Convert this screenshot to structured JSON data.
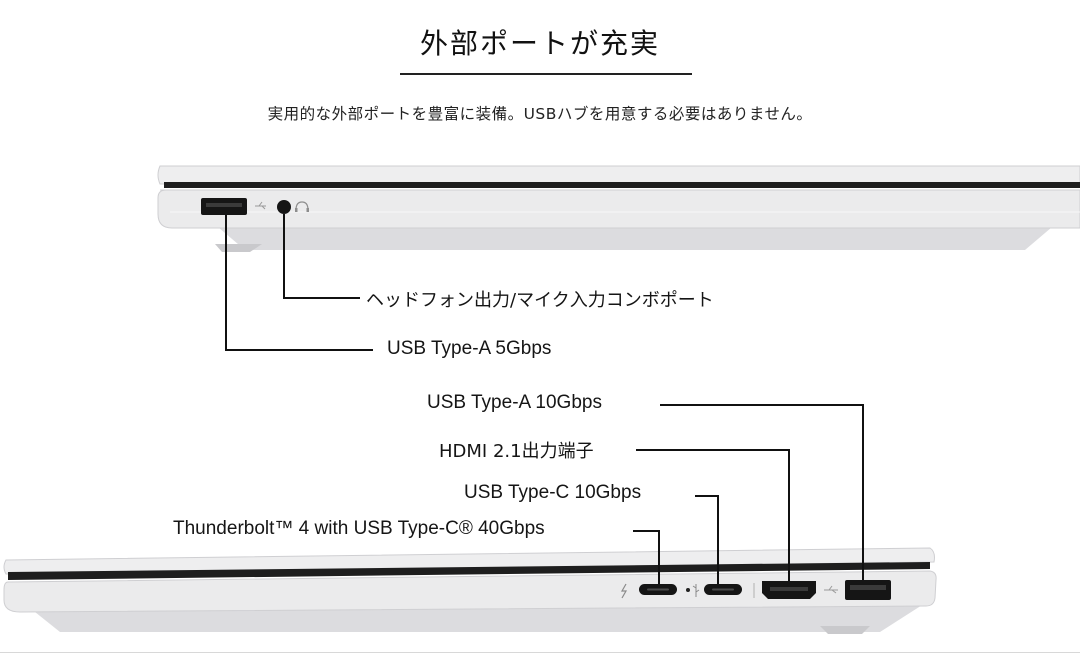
{
  "heading": {
    "title": "外部ポートが充実",
    "subtitle": "実用的な外部ポートを豊富に装備。USBハブを用意する必要はありません。"
  },
  "left_side_ports": [
    {
      "label": "ヘッドフォン出力/マイク入力コンボポート"
    },
    {
      "label": "USB Type-A 5Gbps"
    }
  ],
  "right_side_ports": [
    {
      "label": "USB Type-A 10Gbps"
    },
    {
      "label": "HDMI 2.1出力端子"
    },
    {
      "label": "USB Type-C 10Gbps"
    },
    {
      "label": "Thunderbolt™ 4 with USB Type-C® 40Gbps"
    }
  ],
  "colors": {
    "chassis": "#e9e9ea",
    "chassis_shadow": "#cfcfd2",
    "seam": "#1e1e1e",
    "port": "#151515",
    "leader_line": "#111111"
  }
}
